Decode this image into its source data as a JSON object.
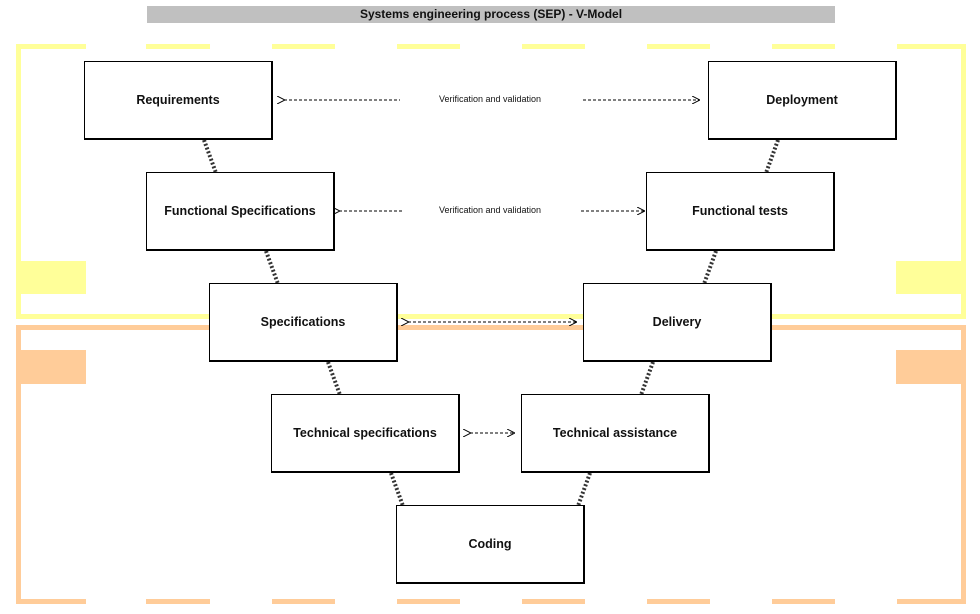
{
  "title": "Systems engineering process (SEP)  -  V-Model",
  "boxes": {
    "requirements": "Requirements",
    "deployment": "Deployment",
    "functional_specifications": "Functional Specifications",
    "functional_tests": "Functional tests",
    "specifications": "Specifications",
    "delivery": "Delivery",
    "technical_specifications": "Technical specifications",
    "technical_assistance": "Technical assistance",
    "coding": "Coding"
  },
  "labels": {
    "vv_top": "Verification and validation",
    "vv_middle": "Verification and validation"
  },
  "colors": {
    "upper_zone": "#ffff99",
    "lower_zone": "#ffcc99",
    "title_bar": "#c0c0c0"
  }
}
